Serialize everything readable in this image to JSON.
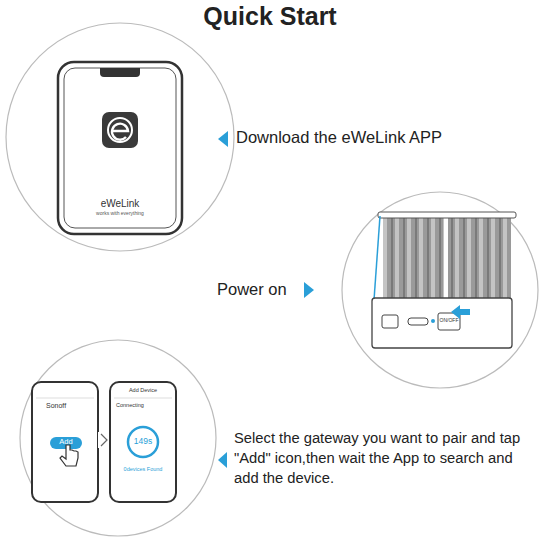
{
  "diagram": {
    "title": "Quick Start",
    "labels": [
      "Download the eWeLink APP",
      "Power on",
      "Select the gateway you want to pair and tap \"Add\" icon,then wait the App to search and add the device.",
      "eWeLink",
      "works with everything",
      "ON/OFF",
      "Sonoff",
      "Add",
      "Add Device",
      "Connecting",
      "149s",
      "0devices Found"
    ]
  }
}
